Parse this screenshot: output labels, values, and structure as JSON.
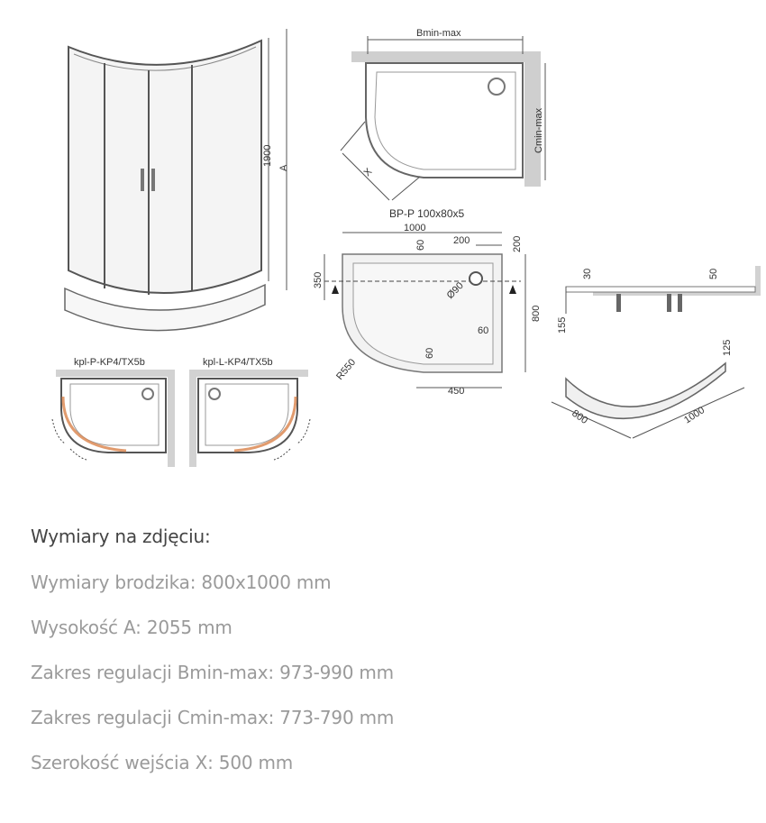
{
  "drawing": {
    "height_1900": "1900",
    "height_A": "A",
    "top_view": {
      "width_label": "Bmin-max",
      "depth_label": "Cmin-max",
      "entry_label": "X",
      "model": "BP-P 100x80x5"
    },
    "tray_dimensions": {
      "width": "1000",
      "depth": "800",
      "dim_60_top": "60",
      "dim_200_drain_x": "200",
      "dim_200_drain_y": "200",
      "dim_350": "350",
      "drain_diameter": "Ø90",
      "dim_60_right": "60",
      "dim_60_bottom": "60",
      "radius": "R550",
      "straight_450": "450"
    },
    "side_profile": {
      "dim_30": "30",
      "dim_50": "50",
      "dim_155": "155"
    },
    "panel": {
      "height": "125",
      "length_800": "800",
      "length_1000": "1000"
    },
    "variants": [
      {
        "label": "kpl-P-KP4/TX5b"
      },
      {
        "label": "kpl-L-KP4/TX5b"
      }
    ],
    "highlight_color": "#d9824a"
  },
  "specs": {
    "title": "Wymiary na zdjęciu:",
    "lines": [
      "Wymiary brodzika: 800x1000 mm",
      "Wysokość A: 2055 mm",
      "Zakres regulacji Bmin-max: 973-990 mm",
      "Zakres regulacji Cmin-max: 773-790 mm",
      "Szerokość wejścia X: 500 mm"
    ]
  }
}
